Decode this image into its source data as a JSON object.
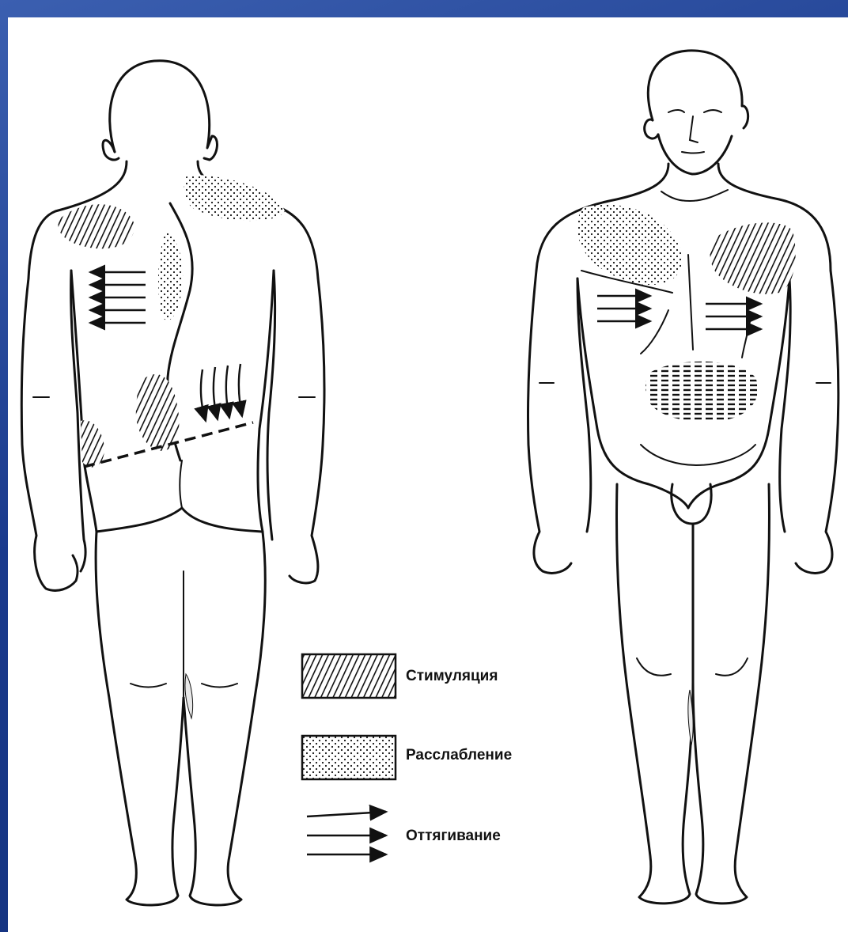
{
  "legend": {
    "items": [
      {
        "key": "stimulation",
        "label": "Стимуляция",
        "swatch": "hatched"
      },
      {
        "key": "relaxation",
        "label": "Расслабление",
        "swatch": "dotted"
      },
      {
        "key": "pulling",
        "label": "Оттягивание",
        "swatch": "arrows"
      }
    ]
  },
  "colors": {
    "background": "#1a3a8c",
    "panel": "#ffffff",
    "ink": "#111111"
  }
}
